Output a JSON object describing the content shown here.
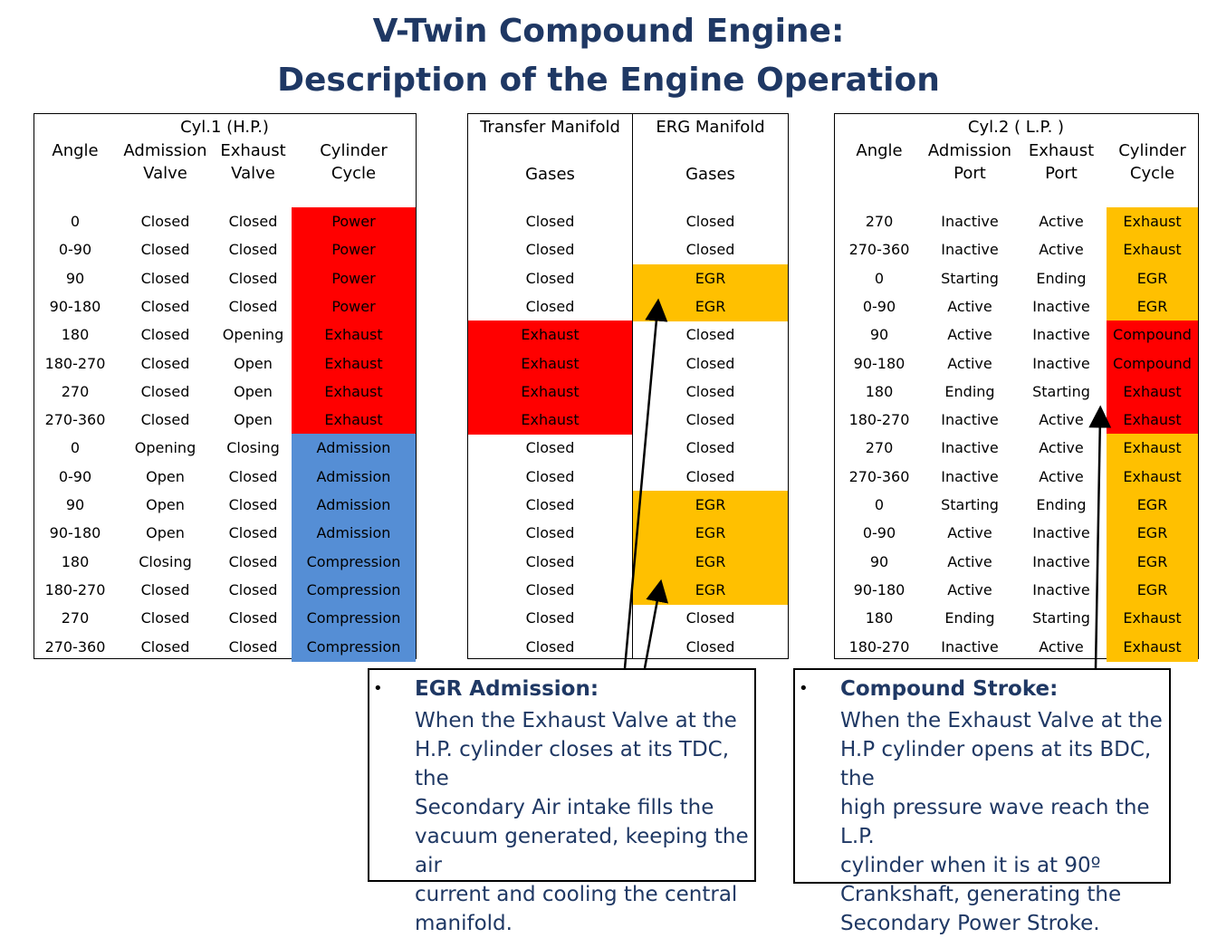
{
  "title": {
    "line1": "V-Twin Compound Engine:",
    "line2": "Description of the Engine Operation"
  },
  "cyl1": {
    "group_header": "Cyl.1  (H.P.)",
    "columns": [
      "Angle",
      "Admission\nValve",
      "Exhaust\nValve",
      "Cylinder\nCycle"
    ],
    "rows": [
      [
        "0",
        "Closed",
        "Closed",
        "Power"
      ],
      [
        "0-90",
        "Closed",
        "Closed",
        "Power"
      ],
      [
        "90",
        "Closed",
        "Closed",
        "Power"
      ],
      [
        "90-180",
        "Closed",
        "Closed",
        "Power"
      ],
      [
        "180",
        "Closed",
        "Opening",
        "Exhaust"
      ],
      [
        "180-270",
        "Closed",
        "Open",
        "Exhaust"
      ],
      [
        "270",
        "Closed",
        "Open",
        "Exhaust"
      ],
      [
        "270-360",
        "Closed",
        "Open",
        "Exhaust"
      ],
      [
        "0",
        "Opening",
        "Closing",
        "Admission"
      ],
      [
        "0-90",
        "Open",
        "Closed",
        "Admission"
      ],
      [
        "90",
        "Open",
        "Closed",
        "Admission"
      ],
      [
        "90-180",
        "Open",
        "Closed",
        "Admission"
      ],
      [
        "180",
        "Closing",
        "Closed",
        "Compression"
      ],
      [
        "180-270",
        "Closed",
        "Closed",
        "Compression"
      ],
      [
        "270",
        "Closed",
        "Closed",
        "Compression"
      ],
      [
        "270-360",
        "Closed",
        "Closed",
        "Compression"
      ]
    ],
    "cycle_colors": [
      "red",
      "red",
      "red",
      "red",
      "red",
      "red",
      "red",
      "red",
      "blue",
      "blue",
      "blue",
      "blue",
      "blue",
      "blue",
      "blue",
      "blue"
    ]
  },
  "manifold": {
    "col1_header": "Transfer Manifold",
    "col1_sub": "Gases",
    "col2_header": "ERG Manifold",
    "col2_sub": "Gases",
    "rows": [
      [
        "Closed",
        "Closed"
      ],
      [
        "Closed",
        "Closed"
      ],
      [
        "Closed",
        "EGR"
      ],
      [
        "Closed",
        "EGR"
      ],
      [
        "Exhaust",
        "Closed"
      ],
      [
        "Exhaust",
        "Closed"
      ],
      [
        "Exhaust",
        "Closed"
      ],
      [
        "Exhaust",
        "Closed"
      ],
      [
        "Closed",
        "Closed"
      ],
      [
        "Closed",
        "Closed"
      ],
      [
        "Closed",
        "EGR"
      ],
      [
        "Closed",
        "EGR"
      ],
      [
        "Closed",
        "EGR"
      ],
      [
        "Closed",
        "EGR"
      ],
      [
        "Closed",
        "Closed"
      ],
      [
        "Closed",
        "Closed"
      ]
    ]
  },
  "cyl2": {
    "group_header": "Cyl.2  ( L.P. )",
    "columns": [
      "Angle",
      "Admission\nPort",
      "Exhaust\nPort",
      "Cylinder\nCycle"
    ],
    "rows": [
      [
        "270",
        "Inactive",
        "Active",
        "Exhaust"
      ],
      [
        "270-360",
        "Inactive",
        "Active",
        "Exhaust"
      ],
      [
        "0",
        "Starting",
        "Ending",
        "EGR"
      ],
      [
        "0-90",
        "Active",
        "Inactive",
        "EGR"
      ],
      [
        "90",
        "Active",
        "Inactive",
        "Compound"
      ],
      [
        "90-180",
        "Active",
        "Inactive",
        "Compound"
      ],
      [
        "180",
        "Ending",
        "Starting",
        "Exhaust"
      ],
      [
        "180-270",
        "Inactive",
        "Active",
        "Exhaust"
      ],
      [
        "270",
        "Inactive",
        "Active",
        "Exhaust"
      ],
      [
        "270-360",
        "Inactive",
        "Active",
        "Exhaust"
      ],
      [
        "0",
        "Starting",
        "Ending",
        "EGR"
      ],
      [
        "0-90",
        "Active",
        "Inactive",
        "EGR"
      ],
      [
        "90",
        "Active",
        "Inactive",
        "EGR"
      ],
      [
        "90-180",
        "Active",
        "Inactive",
        "EGR"
      ],
      [
        "180",
        "Ending",
        "Starting",
        "Exhaust"
      ],
      [
        "180-270",
        "Inactive",
        "Active",
        "Exhaust"
      ]
    ],
    "cycle_colors": [
      "amber",
      "amber",
      "amber",
      "amber",
      "red",
      "red",
      "red",
      "red",
      "amber",
      "amber",
      "amber",
      "amber",
      "amber",
      "amber",
      "amber",
      "amber"
    ]
  },
  "colors": {
    "red": "#ff0000",
    "blue": "#558ed5",
    "amber": "#ffc000",
    "title": "#1f3864"
  },
  "notes": {
    "egr": {
      "bullet": "•",
      "title": "EGR Admission:",
      "body": "When the Exhaust Valve at the\nH.P. cylinder closes at its TDC, the\nSecondary Air intake fills the\nvacuum generated, keeping the air\ncurrent  and cooling the central\nmanifold."
    },
    "compound": {
      "bullet": "•",
      "title": "Compound Stroke:",
      "body": "When the Exhaust Valve at the\nH.P cylinder opens at its BDC, the\nhigh pressure wave reach the L.P.\ncylinder when it is at 90º\nCrankshaft, generating the\nSecondary  Power Stroke."
    }
  }
}
